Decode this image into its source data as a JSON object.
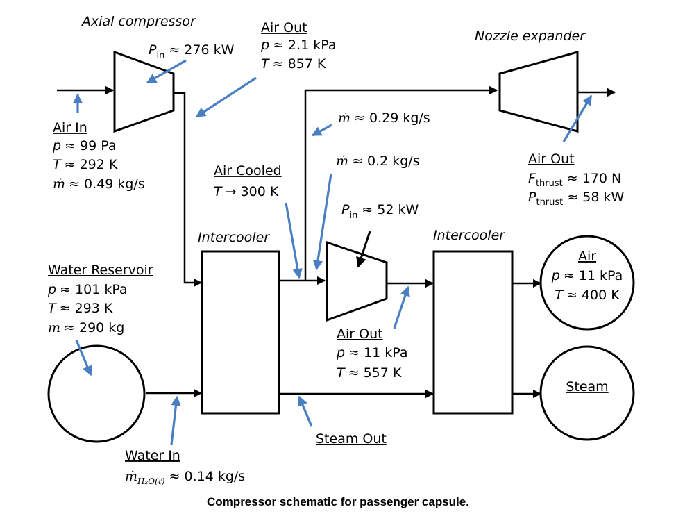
{
  "labels": {
    "axial_compressor": "Axial compressor",
    "nozzle_expander": "Nozzle expander",
    "intercooler_1": "Intercooler",
    "intercooler_2": "Intercooler",
    "p_in_axial_sym": "P",
    "p_in_axial_sub": "in",
    "p_in_axial_val": "≈ 276 kW",
    "air_out_1_title": "Air Out",
    "air_out_1_p": "≈ 2.1 kPa",
    "air_out_1_T": "≈ 857 K",
    "air_in_title": "Air In",
    "air_in_p": "≈ 99 Pa",
    "air_in_T": "≈ 292 K",
    "air_in_m": "≈ 0.49 kg/s",
    "mdot_029": "≈ 0.29 kg/s",
    "mdot_02": "≈ 0.2 kg/s",
    "air_cooled_title": "Air Cooled",
    "air_cooled_T": "→ 300 K",
    "p_in_2_sym": "P",
    "p_in_2_sub": "in",
    "p_in_2_val": "≈ 52 kW",
    "air_out_nozzle_title": "Air Out",
    "f_thrust_sym": "F",
    "f_thrust_sub": "thrust",
    "f_thrust_val": "≈ 170 N",
    "p_thrust_sym": "P",
    "p_thrust_sub": "thrust",
    "p_thrust_val": "≈ 58 kW",
    "water_res_title": "Water Reservoir",
    "water_res_p": "≈ 101 kPa",
    "water_res_T": "≈ 293 K",
    "water_res_m": "≈ 290 kg",
    "air_out_2_title": "Air Out",
    "air_out_2_p": "≈ 11 kPa",
    "air_out_2_T": "≈ 557 K",
    "air_tank_title": "Air",
    "air_tank_p": "≈ 11 kPa",
    "air_tank_T": "≈ 400 K",
    "steam_tank": "Steam",
    "steam_out": "Steam Out",
    "water_in_title": "Water  In",
    "water_in_sub": "H₂O(ℓ)",
    "water_in_val": "≈ 0.14 kg/s",
    "sym_p": "p",
    "sym_T": "T",
    "sym_m": "m",
    "sym_mdot": "ṁ",
    "caption": "Compressor schematic for passenger capsule."
  }
}
